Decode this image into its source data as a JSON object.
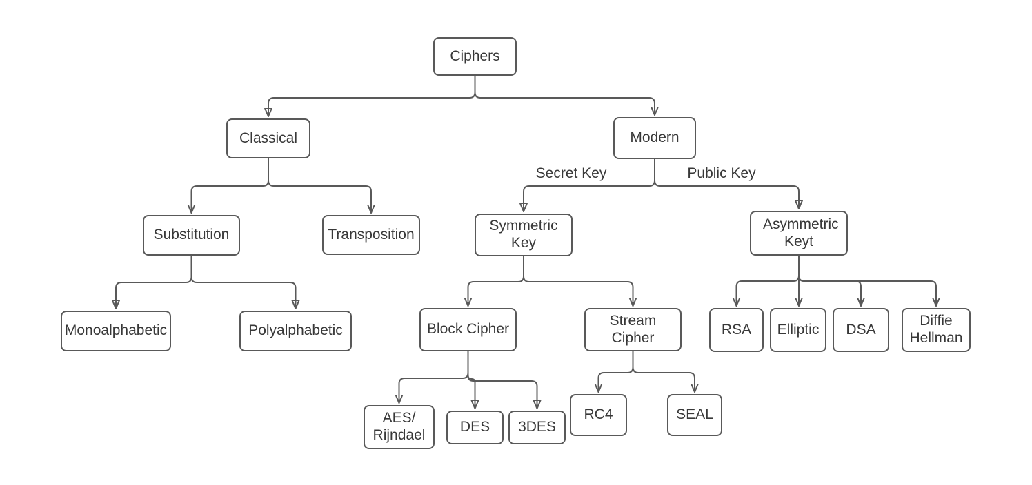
{
  "diagram": {
    "type": "tree-flowchart",
    "topic": "Ciphers classification",
    "colors": {
      "line": "#595959",
      "box_border": "#595959",
      "box_fill": "#ffffff",
      "text": "#383838",
      "background": "#ffffff"
    },
    "nodes": {
      "ciphers": {
        "label": "Ciphers"
      },
      "classical": {
        "label": "Classical"
      },
      "modern": {
        "label": "Modern"
      },
      "substitution": {
        "label": "Substitution"
      },
      "transposition": {
        "label": "Transposition"
      },
      "symmetric_key": {
        "label": "Symmetric Key"
      },
      "asymmetric_key": {
        "label": "Asymmetric Keyt"
      },
      "monoalphabetic": {
        "label": "Monoalphabetic"
      },
      "polyalphabetic": {
        "label": "Polyalphabetic"
      },
      "block_cipher": {
        "label": "Block Cipher"
      },
      "stream_cipher": {
        "label": "Stream Cipher"
      },
      "rsa": {
        "label": "RSA"
      },
      "elliptic": {
        "label": "Elliptic"
      },
      "dsa": {
        "label": "DSA"
      },
      "diffie_hellman": {
        "label": "Diffie Hellman"
      },
      "aes_rijndael": {
        "label": "AES/ Rijndael"
      },
      "des": {
        "label": "DES"
      },
      "triple_des": {
        "label": "3DES"
      },
      "rc4": {
        "label": "RC4"
      },
      "seal": {
        "label": "SEAL"
      }
    },
    "edge_labels": {
      "secret_key": "Secret Key",
      "public_key": "Public Key"
    },
    "edges": [
      {
        "from": "ciphers",
        "to": "classical"
      },
      {
        "from": "ciphers",
        "to": "modern"
      },
      {
        "from": "classical",
        "to": "substitution"
      },
      {
        "from": "classical",
        "to": "transposition"
      },
      {
        "from": "modern",
        "to": "symmetric_key",
        "label": "Secret Key"
      },
      {
        "from": "modern",
        "to": "asymmetric_key",
        "label": "Public Key"
      },
      {
        "from": "substitution",
        "to": "monoalphabetic"
      },
      {
        "from": "substitution",
        "to": "polyalphabetic"
      },
      {
        "from": "symmetric_key",
        "to": "block_cipher"
      },
      {
        "from": "symmetric_key",
        "to": "stream_cipher"
      },
      {
        "from": "asymmetric_key",
        "to": "rsa"
      },
      {
        "from": "asymmetric_key",
        "to": "elliptic"
      },
      {
        "from": "asymmetric_key",
        "to": "dsa"
      },
      {
        "from": "asymmetric_key",
        "to": "diffie_hellman"
      },
      {
        "from": "block_cipher",
        "to": "aes_rijndael"
      },
      {
        "from": "block_cipher",
        "to": "des"
      },
      {
        "from": "block_cipher",
        "to": "triple_des"
      },
      {
        "from": "stream_cipher",
        "to": "rc4"
      },
      {
        "from": "stream_cipher",
        "to": "seal"
      }
    ]
  }
}
